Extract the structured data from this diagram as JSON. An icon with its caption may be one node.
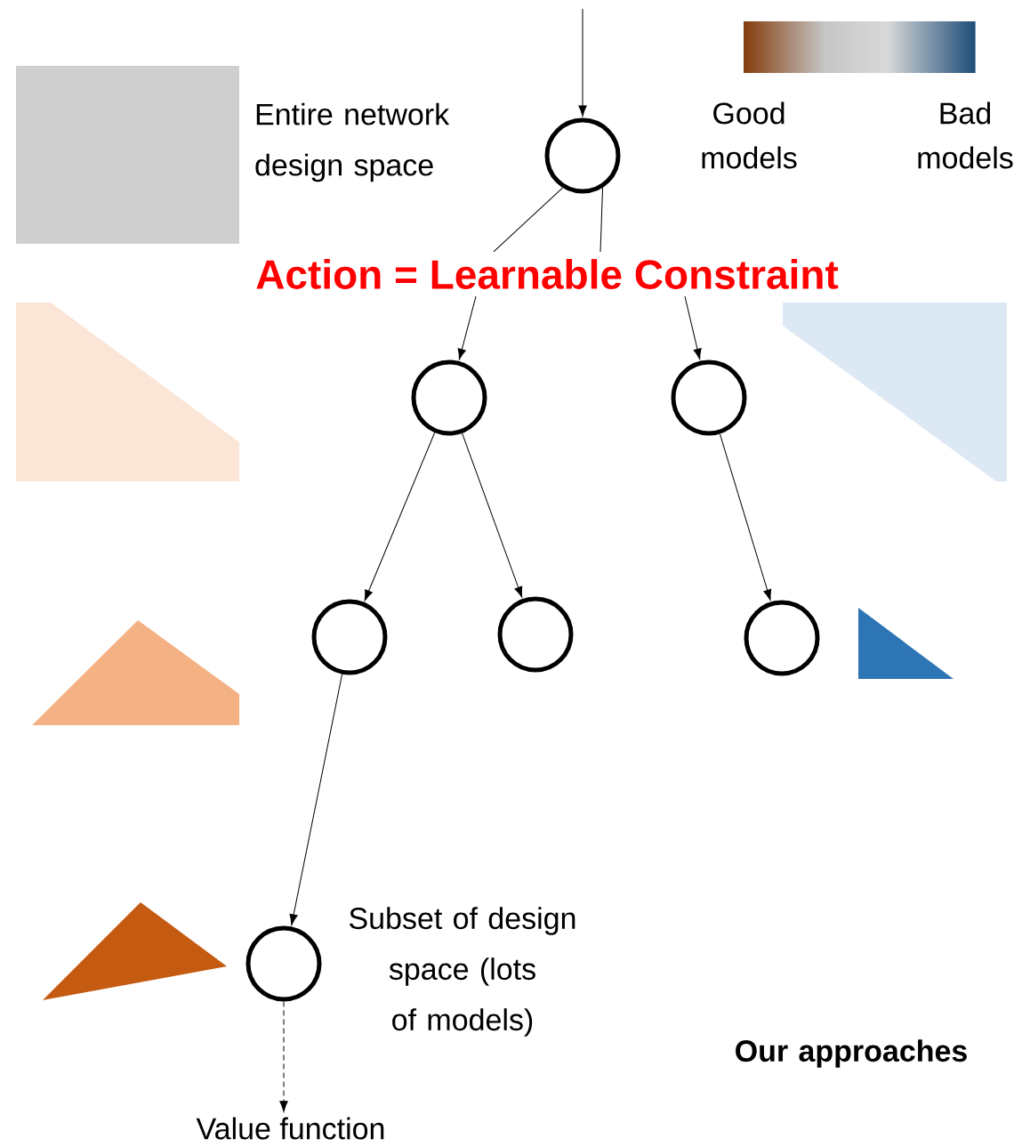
{
  "diagram": {
    "nodes": [
      {
        "text": [],
        "shape": "circle"
      },
      {
        "text": [
          "Action = Learnable Constraint"
        ]
      },
      {
        "text": [],
        "shape": "circle"
      },
      {
        "text": [],
        "shape": "circle"
      },
      {
        "text": [],
        "shape": "circle"
      },
      {
        "text": [],
        "shape": "circle"
      },
      {
        "text": [],
        "shape": "circle"
      },
      {
        "text": [],
        "shape": "circle",
        "beside": [
          "Subset of design space (lots of models)"
        ]
      },
      {
        "text": [
          "Value function"
        ]
      },
      {
        "text": [],
        "shape": "box",
        "beside": [
          "Entire network design space"
        ]
      },
      {
        "text": [],
        "shape": "polygon"
      },
      {
        "text": [],
        "shape": "polygon"
      },
      {
        "text": [],
        "shape": "polygon"
      },
      {
        "text": [],
        "shape": "triangle"
      },
      {
        "text": [],
        "shape": "triangle"
      }
    ],
    "edges": [
      {
        "from": null,
        "to": 0,
        "arrow": "to"
      },
      {
        "from": 0,
        "to": 1,
        "arrow": "none"
      },
      {
        "from": 0,
        "to": 1,
        "arrow": "none"
      },
      {
        "from": 1,
        "to": 2,
        "arrow": "to"
      },
      {
        "from": 1,
        "to": 3,
        "arrow": "to"
      },
      {
        "from": 2,
        "to": 4,
        "arrow": "to"
      },
      {
        "from": 2,
        "to": 5,
        "arrow": "to"
      },
      {
        "from": 3,
        "to": 6,
        "arrow": "to"
      },
      {
        "from": 4,
        "to": 7,
        "arrow": "to"
      },
      {
        "from": 7,
        "to": 8,
        "arrow": "to",
        "style": "dashed"
      }
    ],
    "labels": [
      "Good models",
      "Bad models",
      "Our approaches"
    ]
  }
}
